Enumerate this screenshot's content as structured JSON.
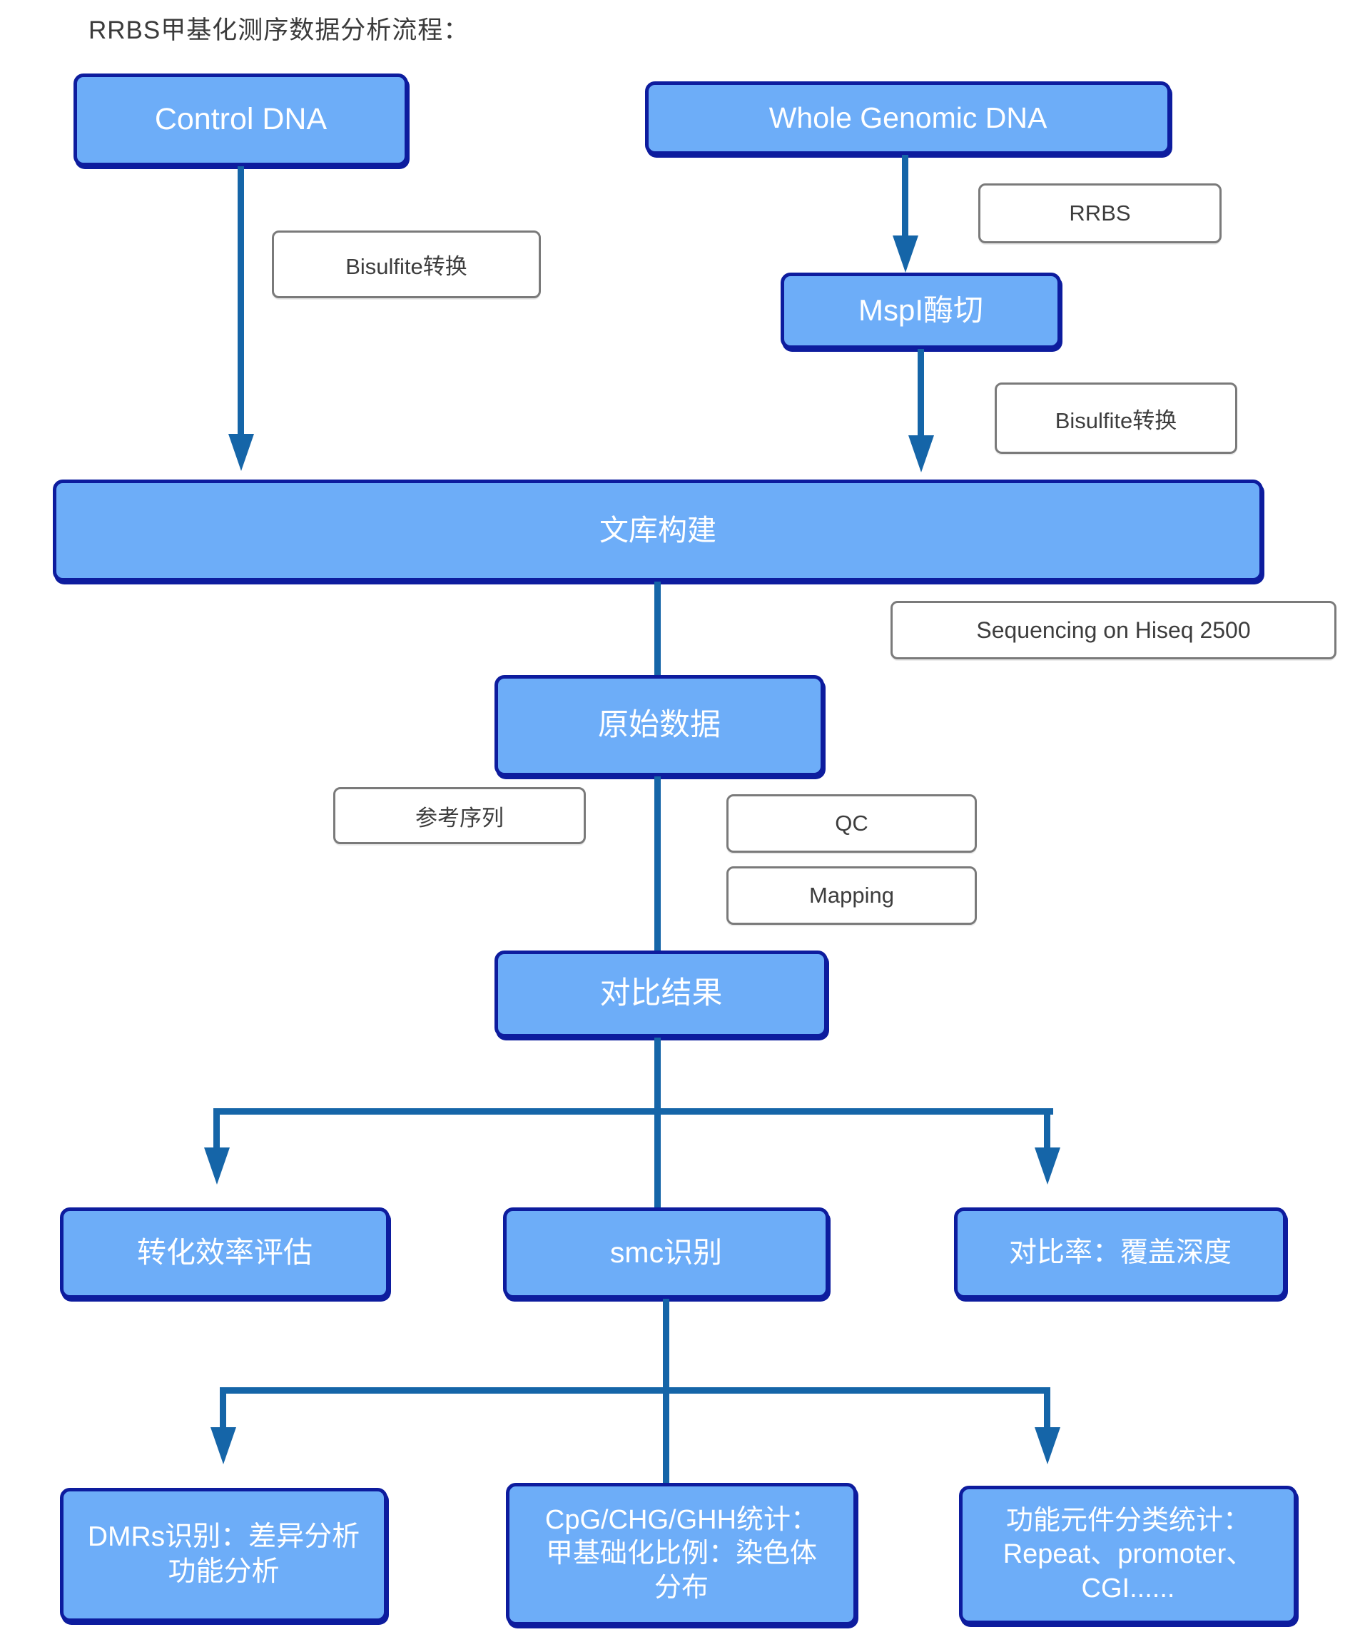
{
  "title": "RRBS甲基化测序数据分析流程：",
  "colors": {
    "node_fill": "#6dadf8",
    "node_border": "#0d1c9e",
    "connector": "#1565a8",
    "label_border": "#7a7a7a",
    "label_text": "#3d3d3d",
    "title_text": "#3b3b3b"
  },
  "nodes": {
    "control_dna": "Control DNA",
    "whole_genomic_dna": "Whole Genomic DNA",
    "mspi_digestion": "MspI酶切",
    "library_construction": "文库构建",
    "raw_data": "原始数据",
    "alignment_result": "对比结果",
    "conversion_efficiency": "转化效率评估",
    "smc_identification": "smc识别",
    "mapping_rate_depth": "对比率：覆盖深度",
    "dmrs_line1": "DMRs识别：差异分析",
    "dmrs_line2": "功能分析",
    "cpg_stats_line1": "CpG/CHG/GHH统计：",
    "cpg_stats_line2": "甲基础化比例：染色体",
    "cpg_stats_line3": "分布",
    "functional_line1": "功能元件分类统计：",
    "functional_line2": "Repeat、promoter、",
    "functional_line3": "CGI......"
  },
  "labels": {
    "bisulfite_left": "Bisulfite转换",
    "rrbs": "RRBS",
    "bisulfite_right": "Bisulfite转换",
    "sequencing": "Sequencing on Hiseq 2500",
    "reference_sequence": "参考序列",
    "qc": "QC",
    "mapping": "Mapping"
  }
}
